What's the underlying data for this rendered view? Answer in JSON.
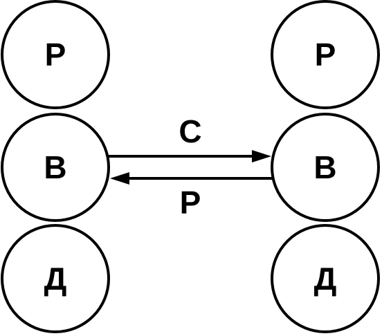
{
  "nodes": {
    "left": {
      "top": "Р",
      "middle": "В",
      "bottom": "Д"
    },
    "right": {
      "top": "Р",
      "middle": "В",
      "bottom": "Д"
    }
  },
  "edges": {
    "upper_label": "С",
    "lower_label": "Р"
  },
  "colors": {
    "stroke": "#000000",
    "background": "#ffffff"
  }
}
